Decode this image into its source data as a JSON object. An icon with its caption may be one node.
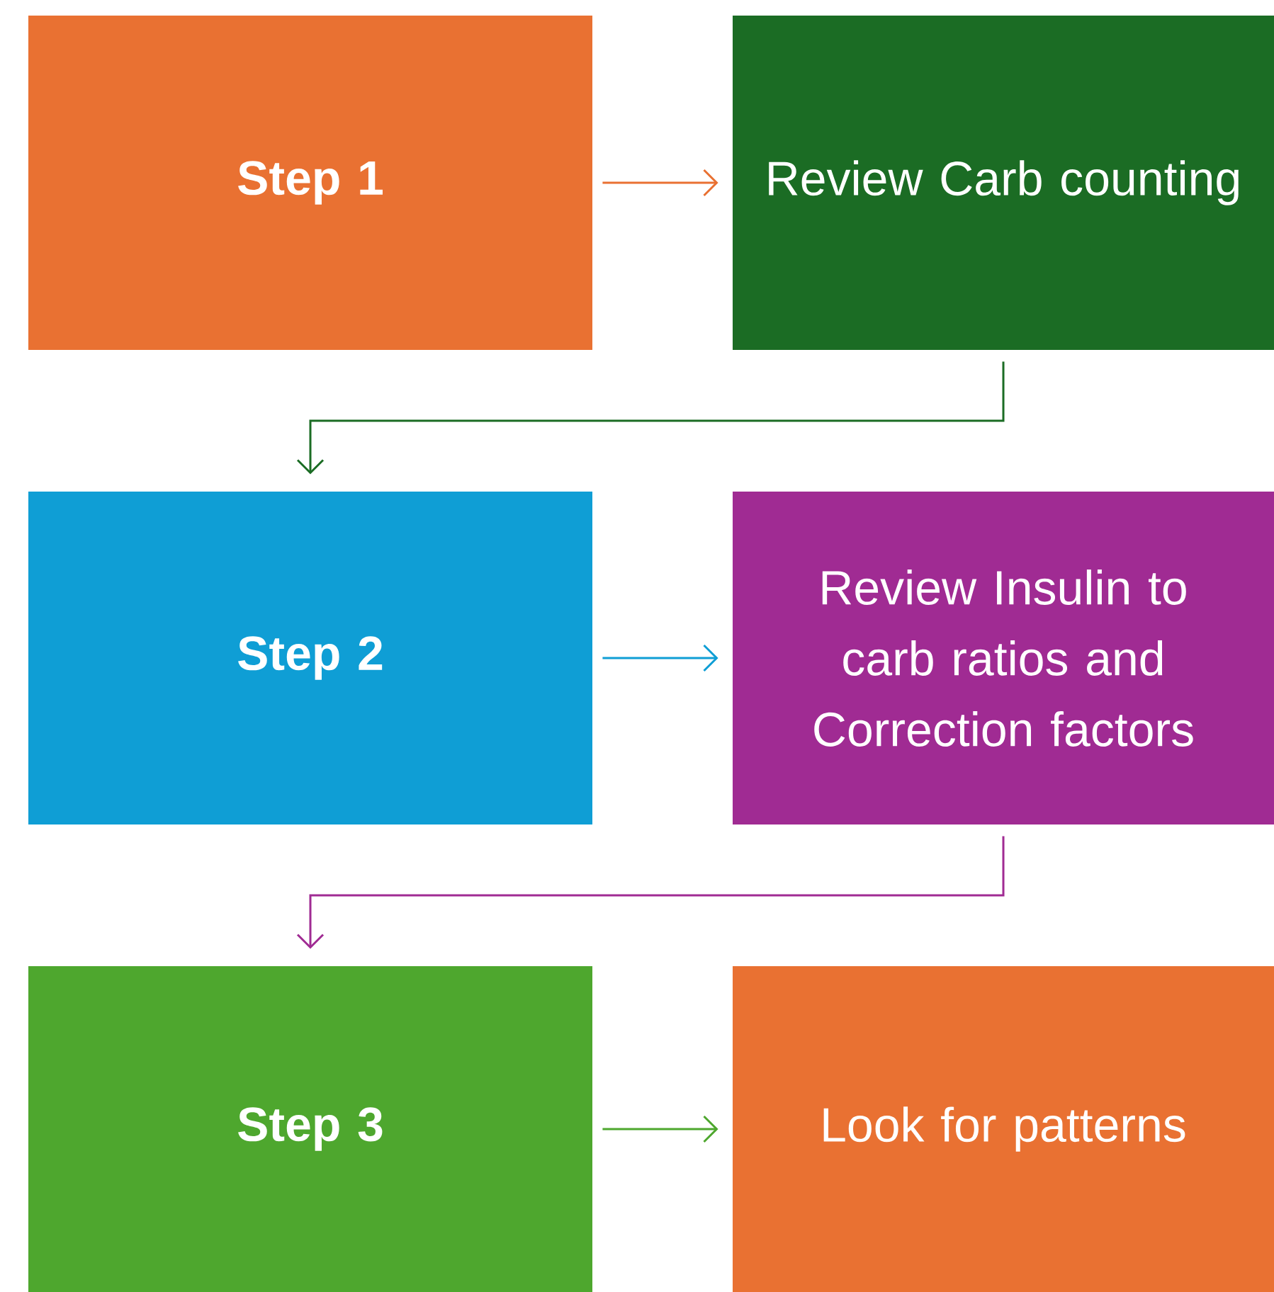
{
  "diagram": {
    "nodes": [
      {
        "text": [
          "**Step 1**"
        ]
      },
      {
        "text": [
          "Review Carb counting"
        ]
      },
      {
        "text": [
          "**Step 2**"
        ]
      },
      {
        "text": [
          "Review Insulin to carb ratios and Correction factors"
        ]
      },
      {
        "text": [
          "**Step 3**"
        ]
      },
      {
        "text": [
          "Look for patterns"
        ]
      }
    ],
    "edges": [
      {
        "from": 0,
        "to": 1,
        "arrow": "to",
        "color": "#e97132"
      },
      {
        "from": 1,
        "to": 2,
        "arrow": "to",
        "color": "#1b6c24"
      },
      {
        "from": 2,
        "to": 3,
        "arrow": "to",
        "color": "#0f9ed5"
      },
      {
        "from": 3,
        "to": 4,
        "arrow": "to",
        "color": "#a02b93"
      },
      {
        "from": 4,
        "to": 5,
        "arrow": "to",
        "color": "#4ea72e"
      }
    ]
  }
}
